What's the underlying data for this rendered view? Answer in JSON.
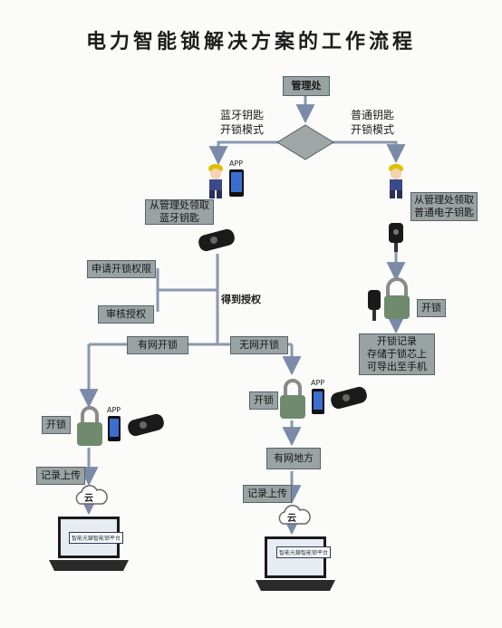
{
  "title": "电力智能锁解决方案的工作流程",
  "nodes": {
    "admin": "管理处",
    "bt_mode": "蓝牙钥匙\n开锁模式",
    "normal_mode": "普通钥匙\n开锁模式",
    "get_bt_key": "从管理处领取\n蓝牙钥匙",
    "get_normal_key": "从管理处领取\n普通电子钥匙",
    "apply": "申请开锁权限",
    "review": "审核授权",
    "authorized": "得到授权",
    "online": "有网开锁",
    "offline": "无网开锁",
    "unlock_left": "开锁",
    "unlock_right": "开锁",
    "unlock_mid": "开锁",
    "record_store": "开锁记录\n存储于锁芯上\n可导出至手机",
    "online_place": "有网地方",
    "upload_left": "记录上传",
    "upload_mid": "记录上传",
    "cloud_left": "云",
    "cloud_mid": "云",
    "app_label_1": "APP",
    "app_label_2": "APP",
    "app_label_3": "APP",
    "screen_text": "智能光鎖智能锁平台"
  }
}
